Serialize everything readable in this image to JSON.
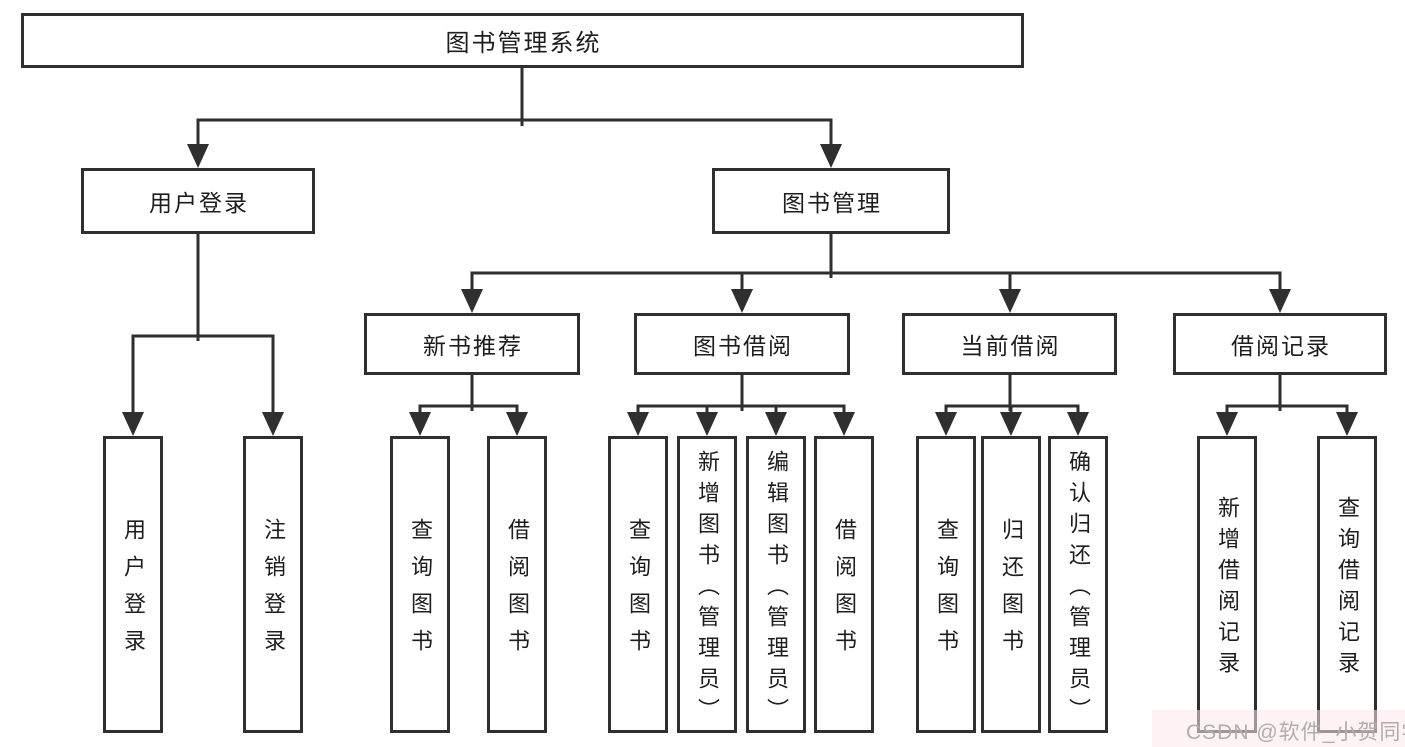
{
  "colors": {
    "node_border": "#2f2f2f",
    "connector": "#2f2f2f",
    "text": "#1d1d1d",
    "background": "#ffffff",
    "watermark_text": "#b2adad",
    "watermark_tint": "#fce9ec"
  },
  "tree": {
    "label": "图书管理系统",
    "children": [
      {
        "label": "用户登录",
        "children": [
          {
            "label": "用户登录"
          },
          {
            "label": "注销登录"
          }
        ]
      },
      {
        "label": "图书管理",
        "children": [
          {
            "label": "新书推荐",
            "children": [
              {
                "label": "查询图书"
              },
              {
                "label": "借阅图书"
              }
            ]
          },
          {
            "label": "图书借阅",
            "children": [
              {
                "label": "查询图书"
              },
              {
                "label": "新增图书（管理员）"
              },
              {
                "label": "编辑图书（管理员）"
              },
              {
                "label": "借阅图书"
              }
            ]
          },
          {
            "label": "当前借阅",
            "children": [
              {
                "label": "查询图书"
              },
              {
                "label": "归还图书"
              },
              {
                "label": "确认归还（管理员）"
              }
            ]
          },
          {
            "label": "借阅记录",
            "children": [
              {
                "label": "新增借阅记录"
              },
              {
                "label": "查询借阅记录"
              }
            ]
          }
        ]
      }
    ]
  },
  "watermark": {
    "text": "CSDN @软件_小贺同学"
  }
}
